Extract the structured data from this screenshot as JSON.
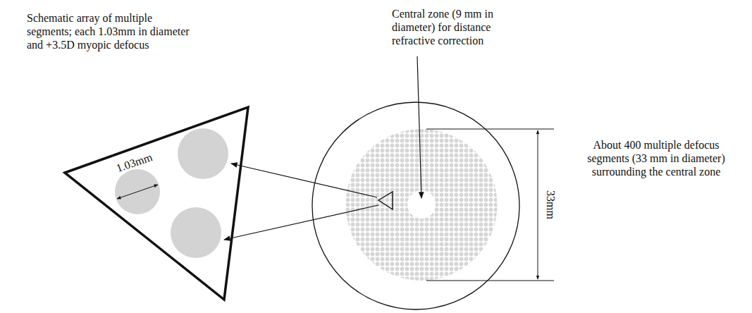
{
  "diagram": {
    "labels": [
      "Schematic array of multiple segments; each 1.03mm in diameter and +3.5D myopic defocus",
      "1.03mm",
      "Central zone (9 mm in diameter) for distance refractive correction",
      "33mm",
      "About 400 multiple defocus segments (33 mm in diameter) surrounding the central zone"
    ]
  }
}
